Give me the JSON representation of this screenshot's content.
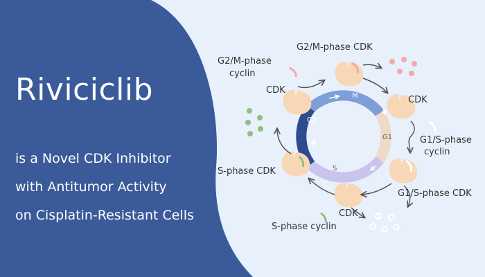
{
  "banner": {
    "title": "Riviciclib",
    "subtitle_lines": [
      "is a Novel CDK Inhibitor",
      "with Antitumor Activity",
      "on Cisplatin-Resistant Cells"
    ]
  },
  "diagram": {
    "phases": {
      "m": "M",
      "g1": "G1",
      "s": "S",
      "g2": "G2"
    },
    "labels": {
      "g2m_cyclin_line1": "G2/M-phase",
      "g2m_cyclin_line2": "cyclin",
      "g2m_cdk": "G2/M-phase CDK",
      "cdk_top_right": "CDK",
      "g1s_cyclin_line1": "G1/S-phase",
      "g1s_cyclin_line2": "cyclin",
      "g1s_cdk": "G1/S-phase CDK",
      "cdk_bottom": "CDK",
      "s_cyclin": "S-phase cyclin",
      "s_cdk": "S-phase CDK",
      "cdk_left": "CDK"
    },
    "colors": {
      "banner": "#3a5a99",
      "background": "#e8f0fb",
      "cdk": "#f7d7b5",
      "ring_m": "#7e9ed8",
      "ring_g1": "#f1d9c8",
      "ring_s": "#c8c4ec",
      "ring_g2": "#2f4b8f",
      "degraded_pink": "#f4a9a9",
      "degraded_green": "#8ec07c"
    }
  }
}
